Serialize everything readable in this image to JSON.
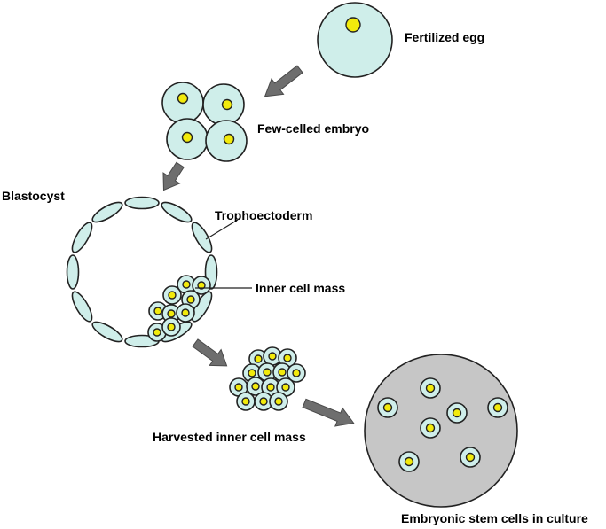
{
  "labels": {
    "fertilized_egg": "Fertilized egg",
    "few_celled_embryo": "Few-celled embryo",
    "blastocyst": "Blastocyst",
    "trophoectoderm": "Trophoectoderm",
    "inner_cell_mass": "Inner cell mass",
    "harvested_inner_cell_mass": "Harvested inner cell mass",
    "embryonic_stem_cells": "Embryonic stem cells in culture"
  },
  "colors": {
    "cell_fill": "#cfeeea",
    "nucleus_fill": "#f2ea0c",
    "culture_dish_fill": "#c6c6c6",
    "arrow_fill": "#6e6e6e",
    "outline": "#222222"
  }
}
